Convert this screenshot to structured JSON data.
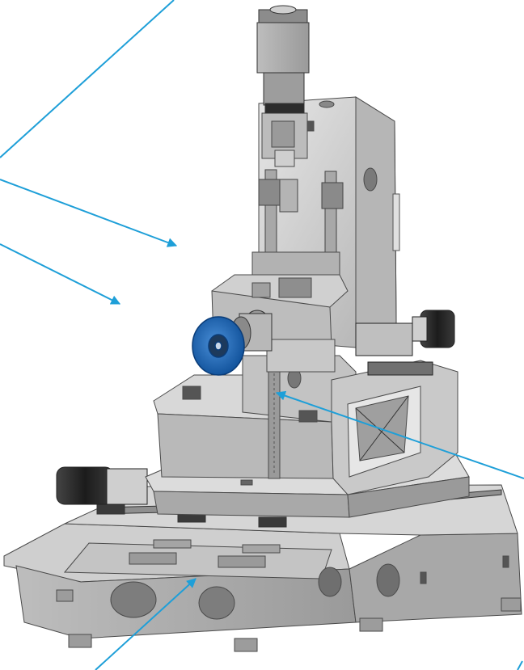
{
  "colors": {
    "background": "#ffffff",
    "leader_line": "#1e9fd8",
    "metal_light": "#d9d9d9",
    "metal_mid": "#b4b4b4",
    "metal_dark": "#8a8a8a",
    "edge": "#4a4a4a",
    "motor_black": "#2a2a2a",
    "wheel_blue": "#1565b8"
  },
  "icons": {
    "leader_arrow": "arrowhead",
    "spindle_motor": "servo-motor",
    "grinding_wheel": "disc-wheel"
  }
}
